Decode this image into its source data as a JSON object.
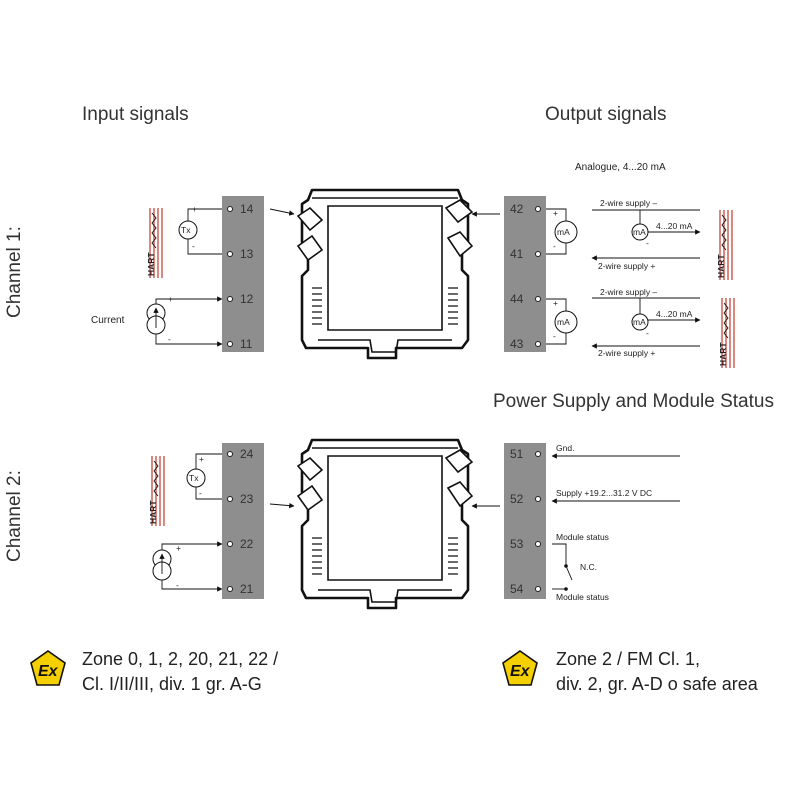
{
  "headers": {
    "input_signals": "Input signals",
    "output_signals": "Output signals",
    "power_status": "Power Supply and Module Status"
  },
  "channels": {
    "ch1": "Channel 1:",
    "ch2": "Channel 2:"
  },
  "channel1": {
    "input_terminals": [
      "14",
      "13",
      "12",
      "11"
    ],
    "output_terminals": [
      "42",
      "41",
      "44",
      "43"
    ],
    "tx_label": "Tx",
    "current_label": "Current",
    "analogue_label": "Analogue, 4...20 mA",
    "ma_label": "mA",
    "ma_small": "mA",
    "supply_minus": "2-wire supply –",
    "supply_plus": "2-wire supply +",
    "range_label": "4...20 mA",
    "hart": "HART"
  },
  "channel2": {
    "input_terminals": [
      "24",
      "23",
      "22",
      "21"
    ],
    "tx_label": "Tx",
    "hart": "HART"
  },
  "power": {
    "terminals": [
      "51",
      "52",
      "53",
      "54"
    ],
    "gnd": "Gnd.",
    "supply": "Supply +19.2...31.2 V DC",
    "module_status_top": "Module status",
    "module_status_bottom": "Module status",
    "nc": "N.C."
  },
  "zones": {
    "left_line1": "Zone 0, 1, 2, 20, 21, 22 /",
    "left_line2": "Cl. I/II/III, div. 1 gr. A-G",
    "right_line1": "Zone 2 / FM Cl. 1,",
    "right_line2": "div. 2, gr. A-D o safe area",
    "ex_symbol": "Ex"
  },
  "signs": {
    "plus": "+",
    "minus": "-"
  },
  "colors": {
    "terminal_strip": "#8e8e8e",
    "ex_yellow": "#f5d000",
    "hart_red": "#c0392b"
  }
}
